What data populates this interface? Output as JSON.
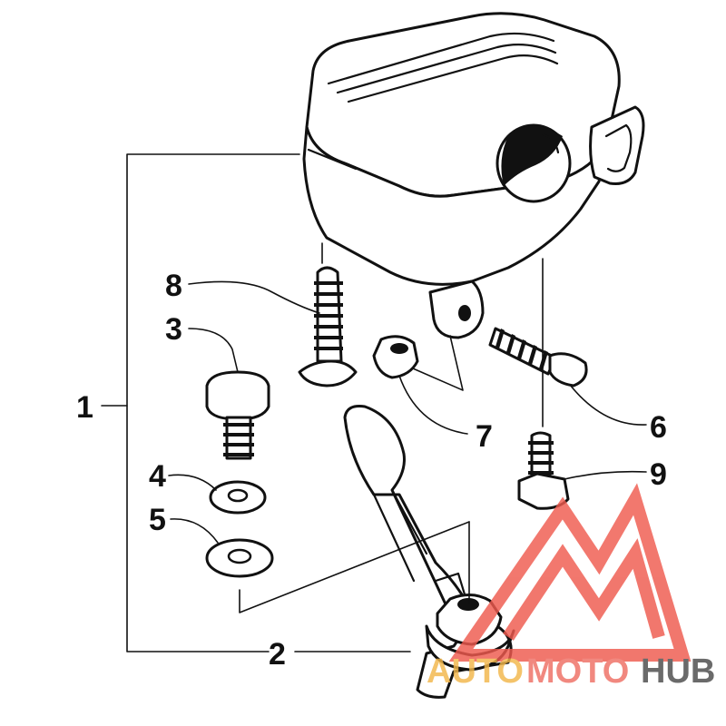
{
  "diagram": {
    "callouts": {
      "c1": "1",
      "c2": "2",
      "c3": "3",
      "c4": "4",
      "c5": "5",
      "c6": "6",
      "c7": "7",
      "c8": "8",
      "c9": "9"
    }
  },
  "watermark": {
    "word_auto": "AUTO",
    "word_moto": "MOTO",
    "word_hub": "HUB",
    "colors": {
      "auto": "#f2b64a",
      "moto": "#ef6f63",
      "hub": "#4a4a4a",
      "logo": "#ef5a4e"
    }
  }
}
